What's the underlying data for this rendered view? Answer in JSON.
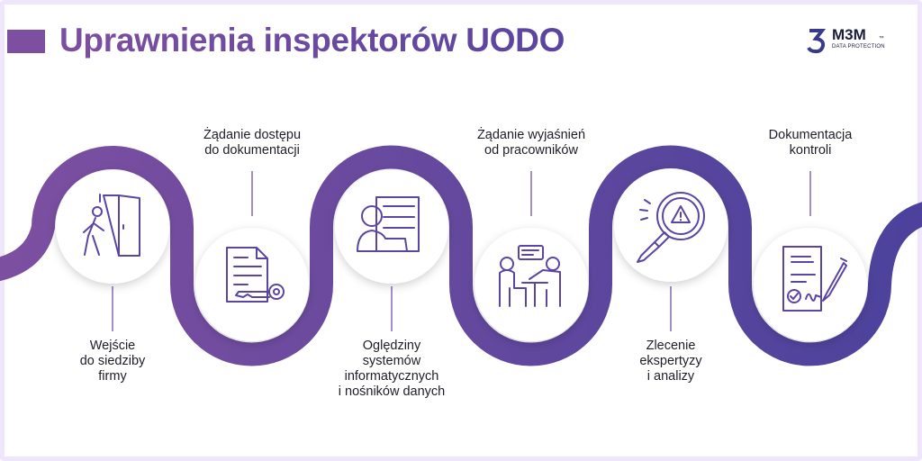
{
  "title": "Uprawnienia inspektorów UODO",
  "logo": {
    "name": "M3M",
    "tm": "™",
    "subtitle": "DATA PROTECTION"
  },
  "colors": {
    "band_start": "#7d4fa0",
    "band_end": "#4b429c",
    "icon": "#5b45a3"
  },
  "steps": [
    {
      "icon": "person-entering-door-icon",
      "label": [
        "Wejście",
        "do siedziby",
        "firmy"
      ]
    },
    {
      "icon": "document-key-icon",
      "label": [
        "Żądanie dostępu",
        "do dokumentacji"
      ]
    },
    {
      "icon": "person-server-icon",
      "label": [
        "Oględziny",
        "systemów",
        "informatycznych",
        "i nośników danych"
      ]
    },
    {
      "icon": "meeting-icon",
      "label": [
        "Żądanie wyjaśnień",
        "od pracowników"
      ]
    },
    {
      "icon": "magnifier-warning-icon",
      "label": [
        "Zlecenie",
        "ekspertyzy",
        "i analizy"
      ]
    },
    {
      "icon": "signed-document-icon",
      "label": [
        "Dokumentacja",
        "kontroli"
      ]
    }
  ]
}
